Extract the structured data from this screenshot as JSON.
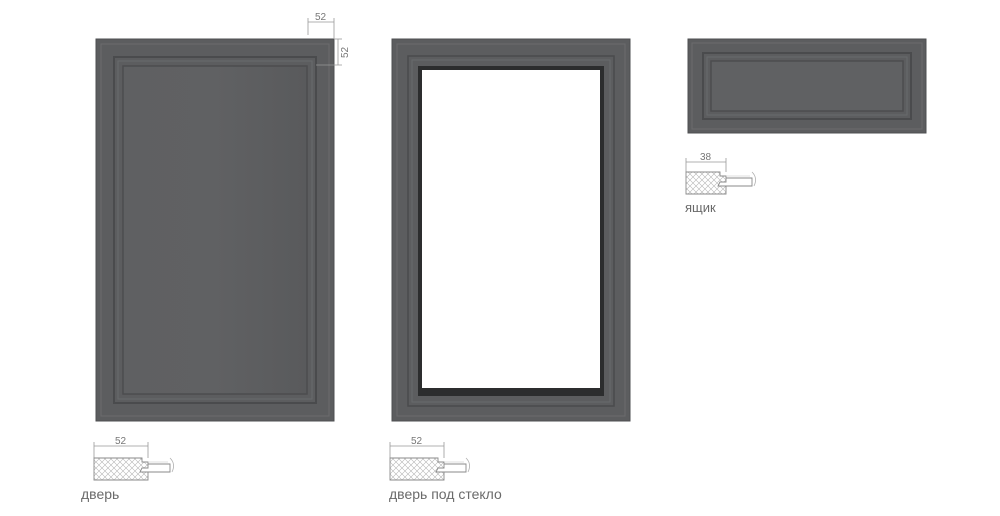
{
  "panels": {
    "door": {
      "caption": "дверь",
      "profile_width_label": "52",
      "corner_width_label": "52",
      "corner_height_label": "52",
      "color": "#5c5d5f"
    },
    "glass_door": {
      "caption": "дверь под стекло",
      "profile_width_label": "52",
      "color": "#5c5d5f"
    },
    "drawer": {
      "caption": "ящик",
      "profile_width_label": "38",
      "color": "#5c5d5f"
    }
  }
}
